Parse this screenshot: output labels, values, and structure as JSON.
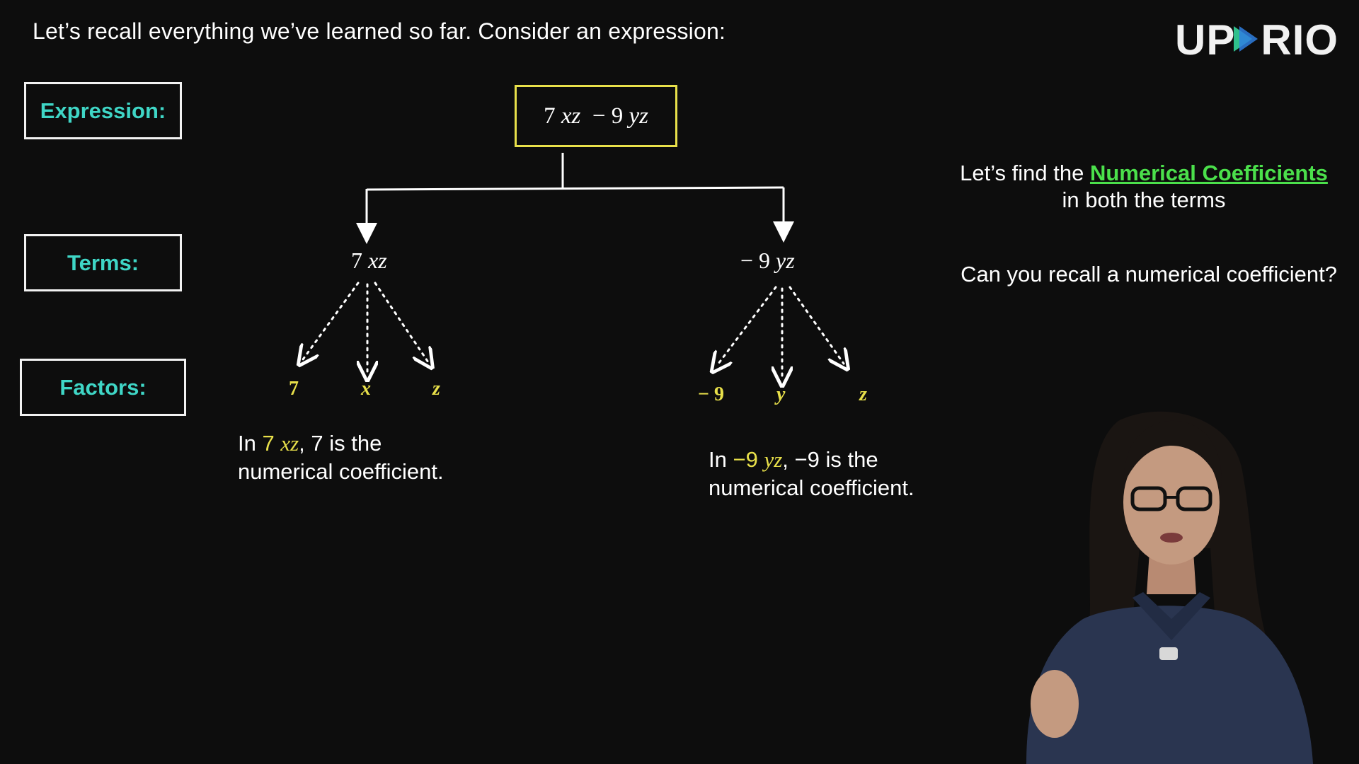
{
  "header": {
    "text": "Let’s recall everything we’ve learned so far. Consider an expression:"
  },
  "logo": {
    "prefix": "UP",
    "suffix": "RIO"
  },
  "labels": {
    "expression": "Expression:",
    "terms": "Terms:",
    "factors": "Factors:"
  },
  "expression": {
    "coef1": "7",
    "var1": "xz",
    "op": "−",
    "coef2": "9",
    "var2": "yz"
  },
  "terms": [
    {
      "sign": "",
      "coef": "7",
      "vars": "xz"
    },
    {
      "sign": "−",
      "coef": "9",
      "vars": "yz"
    }
  ],
  "factors": {
    "term1": [
      "7",
      "x",
      "z"
    ],
    "term2": [
      "− 9",
      "y",
      "z"
    ]
  },
  "notes": {
    "term1": {
      "pre": "In ",
      "coef": "7",
      "vars": "xz",
      "post": ", 7 is the",
      "line2": "numerical coefficient."
    },
    "term2": {
      "pre": "In ",
      "coef": "−9",
      "vars": "yz",
      "post": ", −9 is the",
      "line2": "numerical coefficient."
    }
  },
  "right_panel": {
    "line1_pre": "Let’s find the ",
    "highlight": "Numerical Coefficients",
    "line2": "in both the terms",
    "question": "Can you recall a numerical coefficient?"
  },
  "colors": {
    "label": "#3fd6c6",
    "highlight_yellow": "#e8e04a",
    "highlight_green": "#4be04b",
    "background": "#0d0d0d"
  }
}
